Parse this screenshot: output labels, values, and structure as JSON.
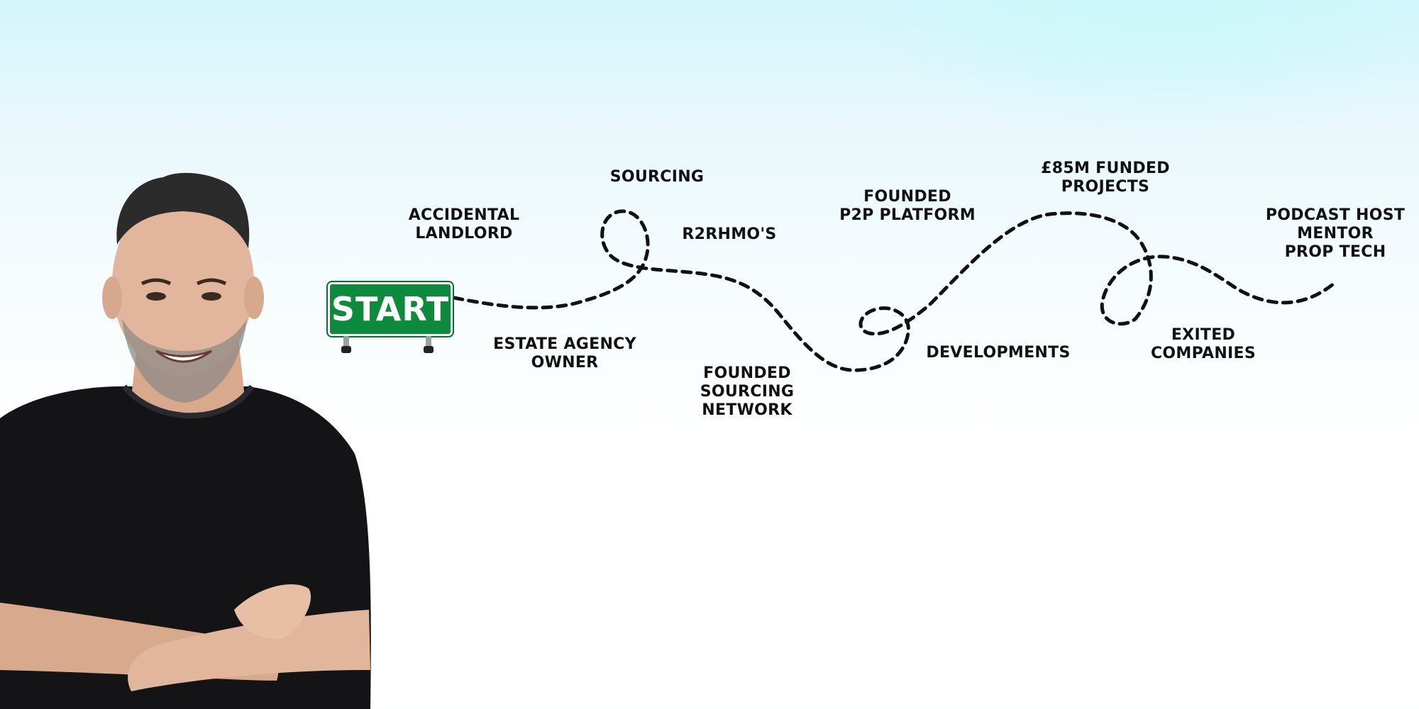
{
  "start_sign": {
    "label": "START"
  },
  "milestones": {
    "accidental_landlord": [
      "ACCIDENTAL",
      "LANDLORD"
    ],
    "estate_agency_owner": [
      "ESTATE AGENCY",
      "OWNER"
    ],
    "sourcing": [
      "SOURCING"
    ],
    "r2rhmos": [
      "R2RHMO'S"
    ],
    "founded_sourcing_network": [
      "FOUNDED",
      "SOURCING",
      "NETWORK"
    ],
    "founded_p2p_platform": [
      "FOUNDED",
      "P2P PLATFORM"
    ],
    "developments": [
      "DEVELOPMENTS"
    ],
    "funded_projects": [
      "£85M FUNDED",
      "PROJECTS"
    ],
    "exited_companies": [
      "EXITED",
      "COMPANIES"
    ],
    "podcast_mentor_proptech": [
      "PODCAST HOST",
      "MENTOR",
      "PROP TECH"
    ]
  },
  "colors": {
    "sign_green": "#0e8a3c",
    "path": "#111111",
    "text": "#111111",
    "shirt": "#141416",
    "skin": "#e2b69c"
  }
}
